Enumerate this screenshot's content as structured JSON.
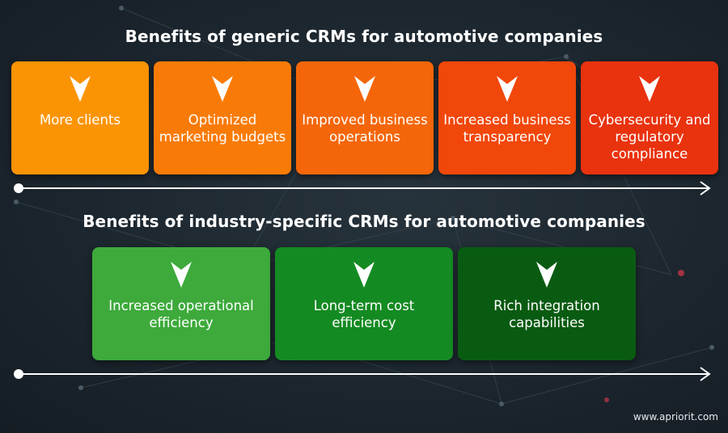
{
  "header": {
    "generic_title": "Benefits of generic CRMs for automotive companies",
    "industry_title": "Benefits of industry-specific CRMs for automotive companies"
  },
  "generic_benefits": [
    {
      "label": "More clients",
      "color": "#FB9404"
    },
    {
      "label": "Optimized marketing budgets",
      "color": "#F97B07"
    },
    {
      "label": "Improved business operations",
      "color": "#F46609"
    },
    {
      "label": "Increased business transparency",
      "color": "#F1470A"
    },
    {
      "label": "Cybersecurity and regulatory compliance",
      "color": "#E9320E"
    }
  ],
  "industry_benefits": [
    {
      "label": "Increased operational efficiency",
      "color": "#3DAA3B"
    },
    {
      "label": "Long-term cost efficiency",
      "color": "#148A22"
    },
    {
      "label": "Rich integration capabilities",
      "color": "#0A5B12"
    }
  ],
  "footer": {
    "site": "www.apriorit.com"
  },
  "colors": {
    "background": "#1C262E",
    "text": "#FFFFFF",
    "arrow": "#FFFFFF"
  },
  "icons": {
    "card_marker": "chevron-down-icon"
  }
}
